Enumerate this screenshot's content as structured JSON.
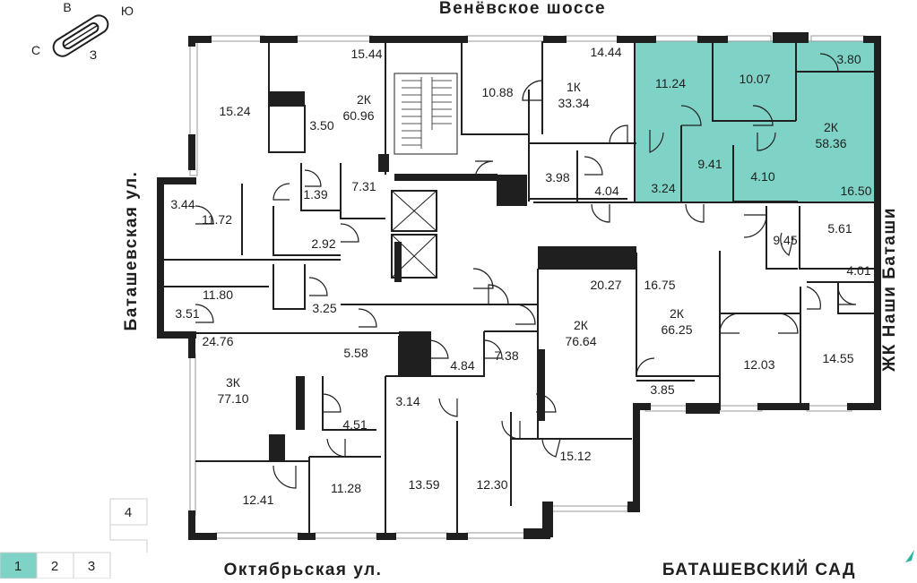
{
  "streets": {
    "top": "Венёвское шоссе",
    "left": "Баташевская ул.",
    "right": "ЖК Наши Баташи",
    "bottom_left": "Октябрьская ул.",
    "bottom_right": "БАТАШЕВСКИЙ САД"
  },
  "compass": {
    "north": "С",
    "east": "В",
    "south": "Ю",
    "west": "З"
  },
  "floors": {
    "items": [
      "1",
      "2",
      "3",
      "4"
    ],
    "selected": "1"
  },
  "colors": {
    "highlight": "#7fd3c6",
    "wall": "#1f1f1f",
    "selected_floor": "#7fd3c6"
  },
  "apartments": [
    {
      "type": "2К",
      "area": "60.96"
    },
    {
      "type": "1К",
      "area": "33.34"
    },
    {
      "type": "2К",
      "area": "58.36",
      "highlighted": true
    },
    {
      "type": "2К",
      "area": "76.64"
    },
    {
      "type": "2К",
      "area": "66.25"
    },
    {
      "type": "3К",
      "area": "77.10"
    }
  ],
  "rooms": [
    "15.44",
    "15.24",
    "3.50",
    "1.39",
    "7.31",
    "3.44",
    "11.72",
    "2.92",
    "3.51",
    "11.80",
    "3.25",
    "24.76",
    "5.58",
    "4.51",
    "12.41",
    "11.28",
    "10.88",
    "14.44",
    "3.98",
    "4.04",
    "4.84",
    "7.38",
    "3.14",
    "13.59",
    "12.30",
    "15.12",
    "20.27",
    "16.75",
    "11.24",
    "10.07",
    "3.80",
    "9.41",
    "4.10",
    "3.24",
    "16.50",
    "9.45",
    "5.61",
    "4.01",
    "3.85",
    "12.03",
    "14.55"
  ]
}
